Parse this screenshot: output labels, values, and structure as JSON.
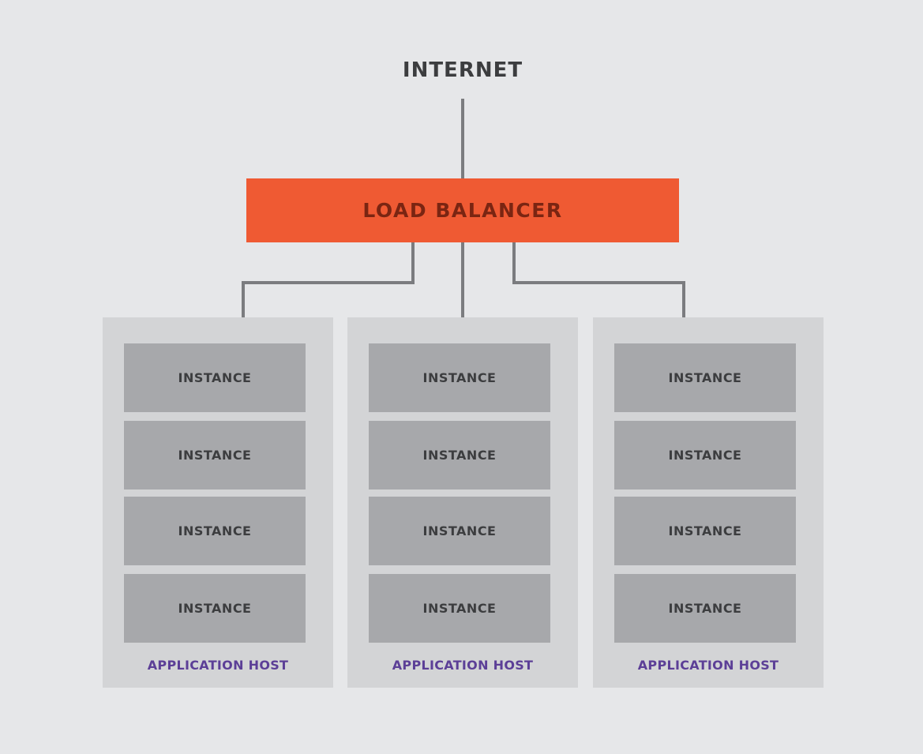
{
  "internet": {
    "label": "INTERNET"
  },
  "load_balancer": {
    "label": "LOAD BALANCER"
  },
  "hosts": [
    {
      "label": "APPLICATION HOST",
      "instances": [
        "INSTANCE",
        "INSTANCE",
        "INSTANCE",
        "INSTANCE"
      ]
    },
    {
      "label": "APPLICATION HOST",
      "instances": [
        "INSTANCE",
        "INSTANCE",
        "INSTANCE",
        "INSTANCE"
      ]
    },
    {
      "label": "APPLICATION HOST",
      "instances": [
        "INSTANCE",
        "INSTANCE",
        "INSTANCE",
        "INSTANCE"
      ]
    }
  ],
  "colors": {
    "background": "#e6e7e9",
    "load_balancer": "#ef5a33",
    "load_balancer_text": "#7a2512",
    "host": "#d3d4d6",
    "instance": "#a7a8ab",
    "host_label": "#5c3f97",
    "connector": "#7b7c7f"
  }
}
